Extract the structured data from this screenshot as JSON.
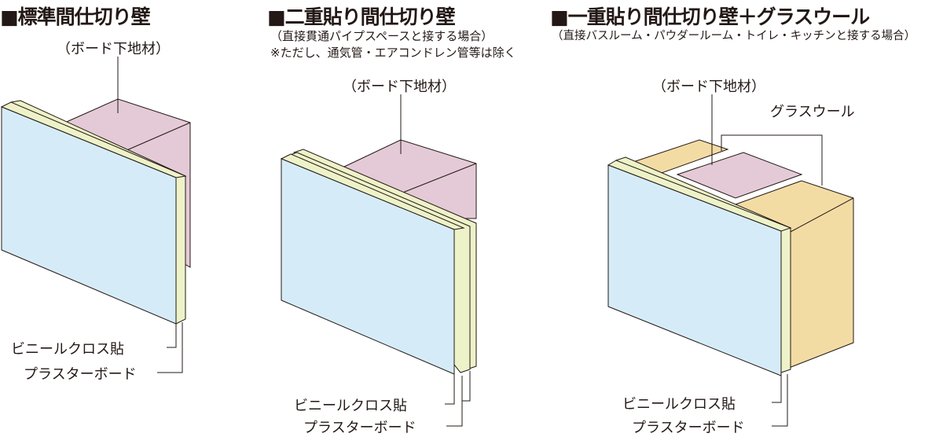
{
  "colors": {
    "board": "#d5ecf8",
    "plaster": "#eef2c8",
    "stud": "#e4cad6",
    "glasswool": "#f3dca4",
    "stroke": "#231815"
  },
  "panels": [
    {
      "title": "■標準間仕切り壁",
      "notes": [],
      "labels": {
        "stud": "（ボード下地材）",
        "vinyl": "ビニールクロス貼",
        "plaster": "プラスターボード"
      }
    },
    {
      "title": "■二重貼り間仕切り壁",
      "notes": [
        "（直接貫通パイプスペースと接する場合）",
        "※ただし、通気管・エアコンドレン管等は除く"
      ],
      "labels": {
        "stud": "（ボード下地材）",
        "vinyl": "ビニールクロス貼",
        "plaster": "プラスターボード"
      }
    },
    {
      "title": "■一重貼り間仕切り壁＋グラスウール",
      "notes": [
        "（直接バスルーム・パウダールーム・トイレ・キッチンと接する場合）"
      ],
      "labels": {
        "stud": "（ボード下地材）",
        "glasswool": "グラスウール",
        "vinyl": "ビニールクロス貼",
        "plaster": "プラスターボード"
      }
    }
  ]
}
